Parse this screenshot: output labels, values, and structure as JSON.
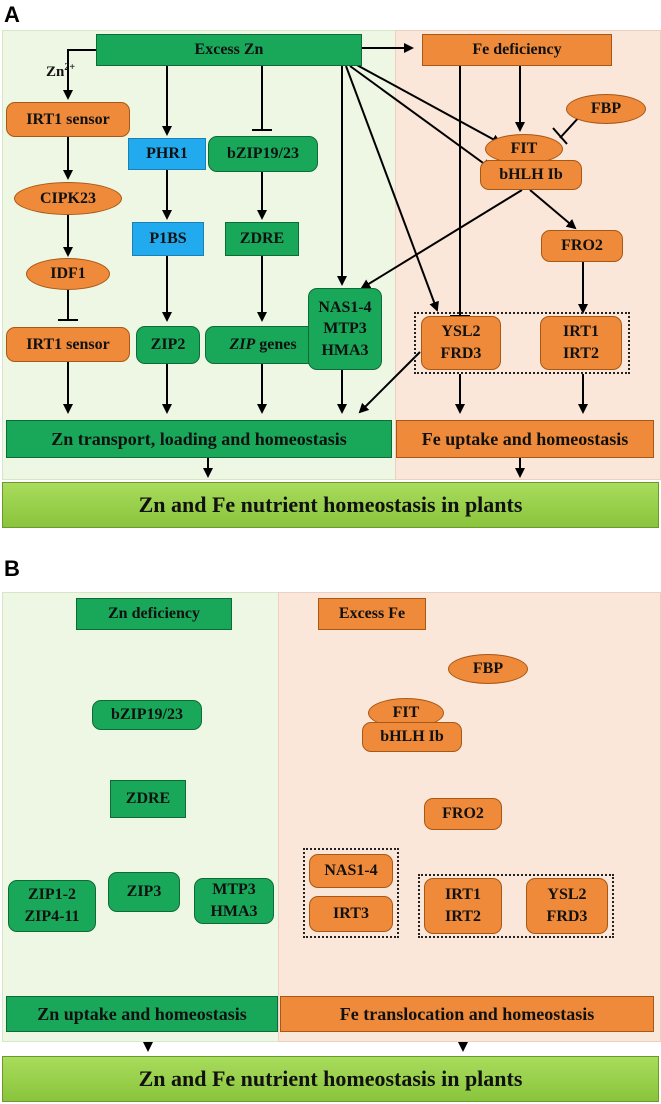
{
  "panel_a": {
    "letter": "A",
    "excess_zn": "Excess Zn",
    "fe_deficiency": "Fe deficiency",
    "zn_ion": "Zn",
    "zn_ion_charge": "2+",
    "irt1_sensor_top": "IRT1 sensor",
    "cipk23": "CIPK23",
    "idf1": "IDF1",
    "irt1_sensor_bottom": "IRT1 sensor",
    "phr1": "PHR1",
    "p1bs": "P1BS",
    "zip2": "ZIP2",
    "bzip": "bZIP19/23",
    "zdre": "ZDRE",
    "zip_genes_italic": "ZIP",
    "zip_genes_rest": " genes",
    "nas_mtp_hma": "NAS1-4\nMTP3\nHMA3",
    "fbp": "FBP",
    "fit": "FIT",
    "bhlh": "bHLH Ib",
    "fro2": "FRO2",
    "ysl2_frd3": "YSL2\nFRD3",
    "irt1_irt2": "IRT1\nIRT2",
    "zn_bar": "Zn transport, loading and homeostasis",
    "fe_bar": "Fe uptake and homeostasis",
    "bottom": "Zn and Fe nutrient homeostasis in plants"
  },
  "panel_b": {
    "letter": "B",
    "zn_deficiency": "Zn deficiency",
    "excess_fe": "Excess Fe",
    "bzip": "bZIP19/23",
    "zdre": "ZDRE",
    "zip12": "ZIP1-2\nZIP4-11",
    "zip3": "ZIP3",
    "mtp3_hma3": "MTP3\nHMA3",
    "fbp": "FBP",
    "fit": "FIT",
    "bhlh": "bHLH Ib",
    "fro2": "FRO2",
    "nas14": "NAS1-4",
    "irt3": "IRT3",
    "irt1_irt2": "IRT1\nIRT2",
    "ysl2_frd3": "YSL2\nFRD3",
    "zn_bar": "Zn uptake and homeostasis",
    "fe_bar": "Fe translocation and homeostasis",
    "bottom": "Zn and Fe nutrient homeostasis in plants"
  },
  "colors": {
    "green_box": "#19a85a",
    "orange_box": "#ee8a3a",
    "blue_box": "#22aaee",
    "green_bg": "#eef6e4",
    "orange_bg": "#fbe6da",
    "bottom_bar": "#9ed24e"
  }
}
